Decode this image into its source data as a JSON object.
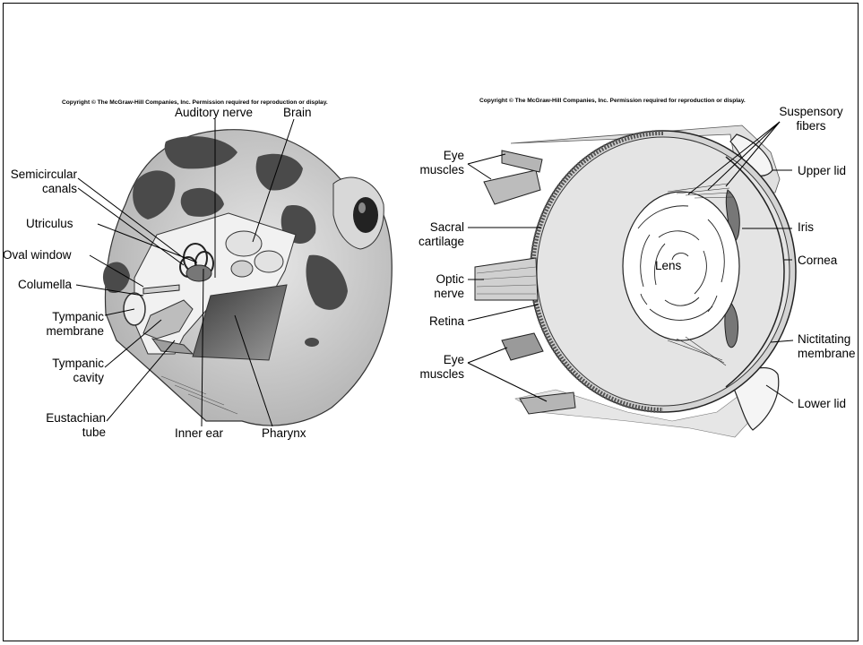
{
  "copyright": "Copyright © The McGraw-Hill Companies, Inc. Permission required for reproduction or display.",
  "ear_labels": {
    "auditory_nerve": "Auditory nerve",
    "brain": "Brain",
    "semicircular_canals": "Semicircular\ncanals",
    "utriculus": "Utriculus",
    "oval_window": "Oval window",
    "columella": "Columella",
    "tympanic_membrane": "Tympanic\nmembrane",
    "tympanic_cavity": "Tympanic\ncavity",
    "eustachian_tube": "Eustachian\ntube",
    "inner_ear": "Inner ear",
    "pharynx": "Pharynx"
  },
  "eye_labels": {
    "suspensory_fibers": "Suspensory\nfibers",
    "upper_lid": "Upper lid",
    "iris": "Iris",
    "cornea": "Cornea",
    "nictitating_membrane": "Nictitating\nmembrane",
    "lower_lid": "Lower lid",
    "eye_muscles_top": "Eye\nmuscles",
    "sacral_cartilage": "Sacral\ncartilage",
    "optic_nerve": "Optic\nnerve",
    "retina": "Retina",
    "eye_muscles_bottom": "Eye\nmuscles",
    "lens": "Lens"
  }
}
